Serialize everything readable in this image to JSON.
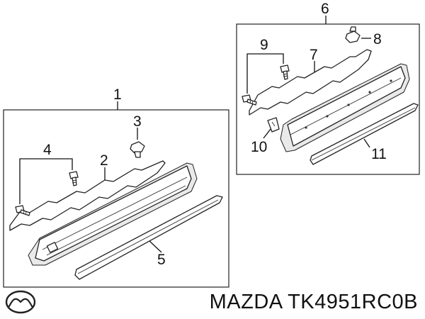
{
  "callouts": {
    "c1": "1",
    "c2": "2",
    "c3": "3",
    "c4": "4",
    "c5": "5",
    "c6": "6",
    "c7": "7",
    "c8": "8",
    "c9": "9",
    "c10": "10",
    "c11": "11"
  },
  "footer": {
    "brand": "MAZDA",
    "part_number": "TK4951RC0B",
    "logo_icon": "mazda-logo-icon"
  },
  "colors": {
    "line": "#111111",
    "shade": "#e9e9e9"
  }
}
